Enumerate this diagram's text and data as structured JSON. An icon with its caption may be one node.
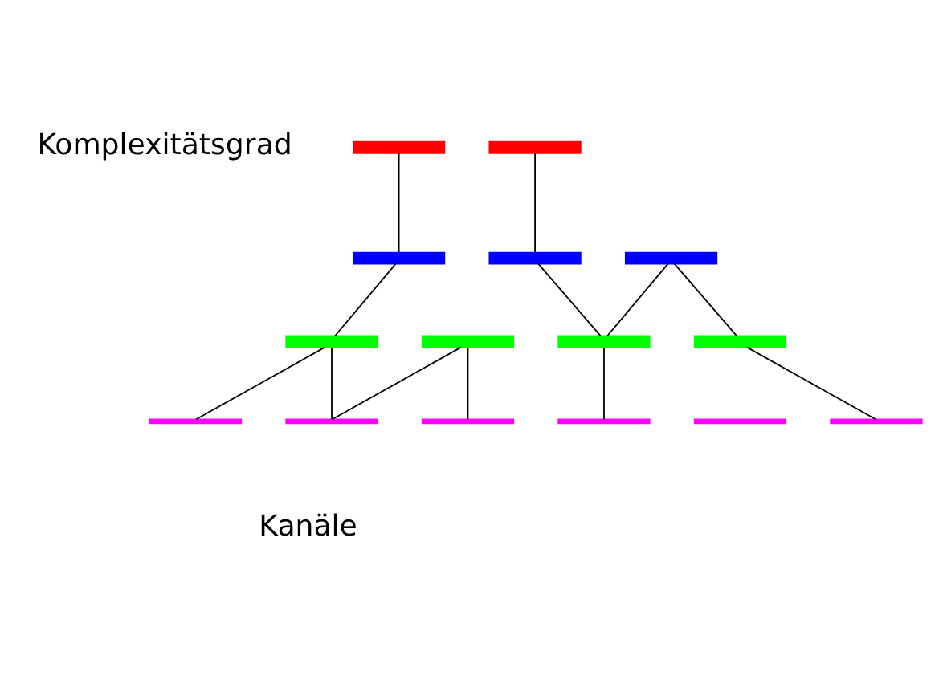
{
  "diagram": {
    "nodes": [
      {
        "text": [],
        "shape": "bar"
      },
      {
        "text": [],
        "shape": "bar"
      },
      {
        "text": [],
        "shape": "bar"
      },
      {
        "text": [],
        "shape": "bar"
      },
      {
        "text": [],
        "shape": "bar"
      },
      {
        "text": [],
        "shape": "bar"
      },
      {
        "text": [],
        "shape": "bar"
      },
      {
        "text": [],
        "shape": "bar"
      },
      {
        "text": [],
        "shape": "bar"
      },
      {
        "text": [],
        "shape": "bar"
      },
      {
        "text": [],
        "shape": "bar"
      },
      {
        "text": [],
        "shape": "bar"
      },
      {
        "text": [],
        "shape": "bar"
      },
      {
        "text": [],
        "shape": "bar"
      },
      {
        "text": [],
        "shape": "bar"
      }
    ],
    "edges": [
      {
        "from": 0,
        "to": 2,
        "arrow": "none"
      },
      {
        "from": 1,
        "to": 3,
        "arrow": "none"
      },
      {
        "from": 2,
        "to": 5,
        "arrow": "none"
      },
      {
        "from": 3,
        "to": 7,
        "arrow": "none"
      },
      {
        "from": 4,
        "to": 7,
        "arrow": "none"
      },
      {
        "from": 4,
        "to": 8,
        "arrow": "none"
      },
      {
        "from": 5,
        "to": 9,
        "arrow": "none"
      },
      {
        "from": 5,
        "to": 10,
        "arrow": "none"
      },
      {
        "from": 6,
        "to": 10,
        "arrow": "none"
      },
      {
        "from": 6,
        "to": 11,
        "arrow": "none"
      },
      {
        "from": 7,
        "to": 12,
        "arrow": "none"
      },
      {
        "from": 8,
        "to": 14,
        "arrow": "none"
      }
    ],
    "labels": [
      "Komplexitätsgrad",
      "Kanäle"
    ]
  }
}
